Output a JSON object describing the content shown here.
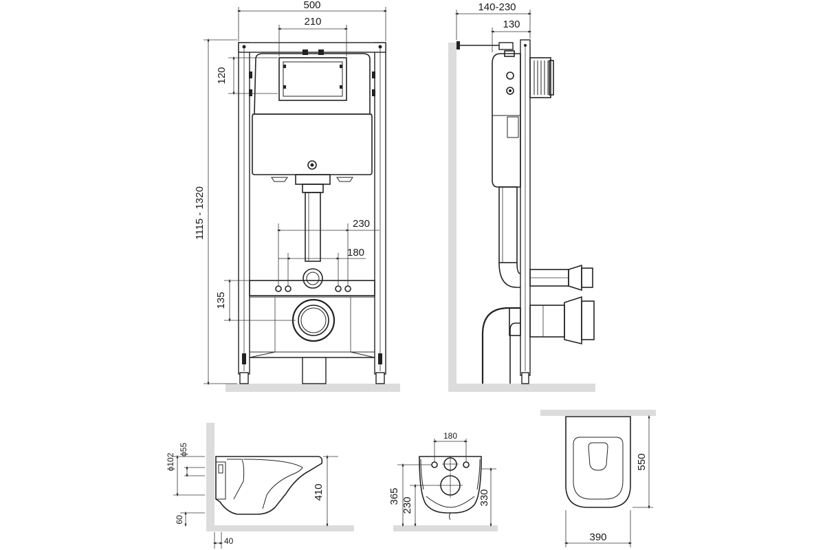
{
  "front_view": {
    "dims": {
      "total_width": "500",
      "button_width": "210",
      "button_height": "120",
      "frame_height": "1115 - 1320",
      "stud_spacing_outer": "230",
      "stud_spacing_inner": "180",
      "outlet_height": "135"
    }
  },
  "side_view": {
    "dims": {
      "depth_range": "140-230",
      "depth": "130"
    }
  },
  "bowl_side": {
    "dims": {
      "dia_102": "ϕ102",
      "dia_55": "ϕ55",
      "height": "410",
      "bottom": "60",
      "wall_gap": "40"
    }
  },
  "bowl_back": {
    "dims": {
      "bolt_spacing": "180",
      "overall": "365",
      "mid": "230",
      "right": "330"
    }
  },
  "bowl_top": {
    "dims": {
      "length": "550",
      "width": "390"
    }
  }
}
